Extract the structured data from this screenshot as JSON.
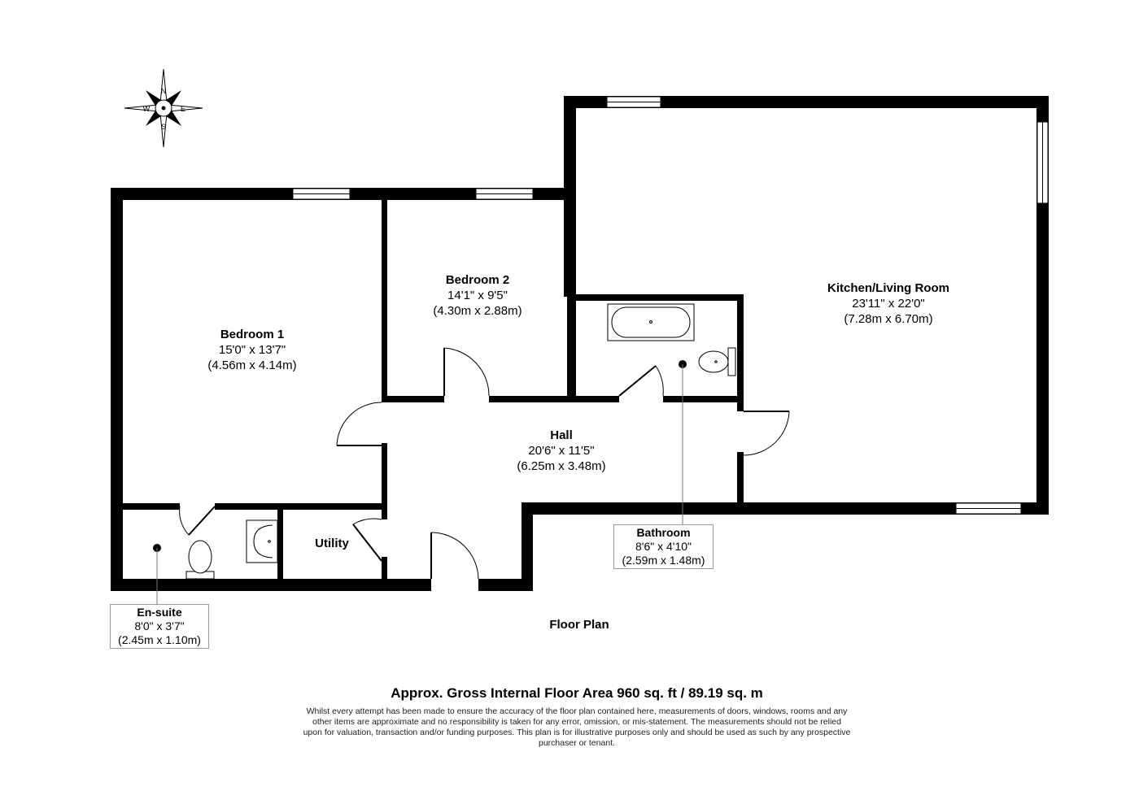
{
  "compass": {
    "n": "N",
    "e": "E",
    "s": "S",
    "w": "W"
  },
  "rooms": {
    "bedroom1": {
      "name": "Bedroom 1",
      "imperial": "15'0\" x 13'7\"",
      "metric": "(4.56m x 4.14m)"
    },
    "bedroom2": {
      "name": "Bedroom 2",
      "imperial": "14'1\" x 9'5\"",
      "metric": "(4.30m x 2.88m)"
    },
    "kitchen": {
      "name": "Kitchen/Living Room",
      "imperial": "23'11\" x 22'0\"",
      "metric": "(7.28m x 6.70m)"
    },
    "hall": {
      "name": "Hall",
      "imperial": "20'6\" x 11'5\"",
      "metric": "(6.25m x 3.48m)"
    },
    "utility": {
      "name": "Utility"
    },
    "bathroom": {
      "name": "Bathroom",
      "imperial": "8'6\" x 4'10\"",
      "metric": "(2.59m x 1.48m)"
    },
    "ensuite": {
      "name": "En-suite",
      "imperial": "8'0\" x 3'7\"",
      "metric": "(2.45m x 1.10m)"
    }
  },
  "caption": "Floor Plan",
  "area": "Approx. Gross Internal Floor Area 960 sq. ft / 89.19 sq. m",
  "disclaimer": "Whilst every attempt has been made to ensure the accuracy of the floor plan contained here, measurements of doors, windows, rooms and any other items are approximate and no responsibility is taken for any error, omission, or mis-statement. The measurements should not be relied upon for valuation, transaction and/or funding purposes. This plan is for illustrative purposes only and should be used as such by any prospective purchaser or tenant."
}
